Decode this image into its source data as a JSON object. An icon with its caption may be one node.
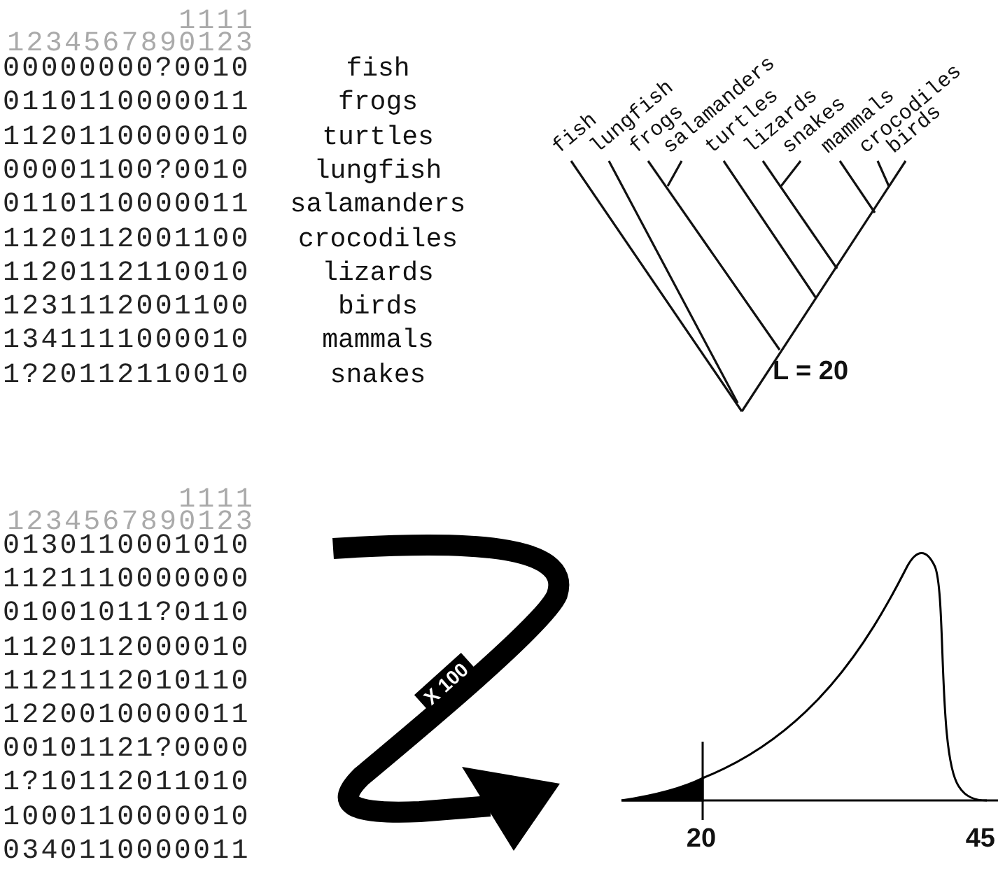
{
  "diagram": {
    "labels": [
      "1111",
      "1234567890123",
      "00000000?0010",
      "fish",
      "0110110000011",
      "frogs",
      "1120110000010",
      "turtles",
      "00001100?0010",
      "lungfish",
      "0110110000011",
      "salamanders",
      "1120112001100",
      "crocodiles",
      "1120112110010",
      "lizards",
      "1231112001100",
      "birds",
      "1341111000010",
      "mammals",
      "1?20112110010",
      "snakes",
      "fish",
      "lungfish",
      "frogs",
      "salamanders",
      "turtles",
      "lizards",
      "snakes",
      "mammals",
      "crocodiles",
      "birds",
      "L = 20",
      "1111",
      "1234567890123",
      "0130110001010",
      "1121110000000",
      "01001011?0110",
      "1120112000010",
      "1121112010110",
      "1220010000011",
      "00101121?0000",
      "1?10112011010",
      "1000110000010",
      "0340110000011",
      "X 100",
      "20",
      "45"
    ]
  }
}
